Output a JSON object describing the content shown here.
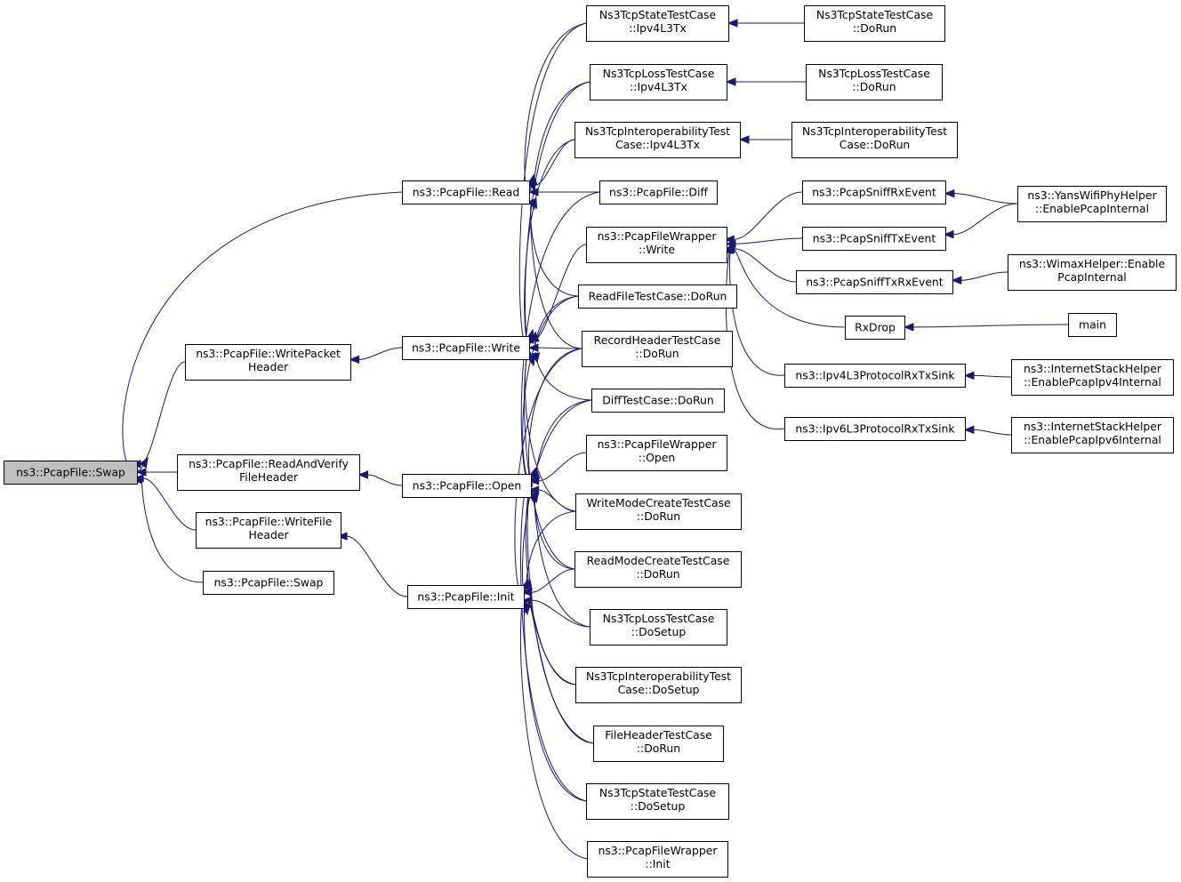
{
  "nodes": {
    "swap_root": {
      "lines": [
        "ns3::PcapFile::Swap"
      ],
      "root": true
    },
    "read": {
      "lines": [
        "ns3::PcapFile::Read"
      ]
    },
    "write_packet_header": {
      "lines": [
        "ns3::PcapFile::WritePacket",
        "Header"
      ]
    },
    "write": {
      "lines": [
        "ns3::PcapFile::Write"
      ]
    },
    "read_and_verify": {
      "lines": [
        "ns3::PcapFile::ReadAndVerify",
        "FileHeader"
      ]
    },
    "open": {
      "lines": [
        "ns3::PcapFile::Open"
      ]
    },
    "write_file_header": {
      "lines": [
        "ns3::PcapFile::WriteFile",
        "Header"
      ]
    },
    "swap2": {
      "lines": [
        "ns3::PcapFile::Swap"
      ]
    },
    "init": {
      "lines": [
        "ns3::PcapFile::Init"
      ]
    },
    "tcpstate_ipv4": {
      "lines": [
        "Ns3TcpStateTestCase",
        "::Ipv4L3Tx"
      ]
    },
    "tcploss_ipv4": {
      "lines": [
        "Ns3TcpLossTestCase",
        "::Ipv4L3Tx"
      ]
    },
    "tcpinterop_ipv4": {
      "lines": [
        "Ns3TcpInteroperabilityTest",
        "Case::Ipv4L3Tx"
      ]
    },
    "diff": {
      "lines": [
        "ns3::PcapFile::Diff"
      ]
    },
    "wrapper_write": {
      "lines": [
        "ns3::PcapFileWrapper",
        "::Write"
      ]
    },
    "readfile_dorun": {
      "lines": [
        "ReadFileTestCase::DoRun"
      ]
    },
    "recordheader_dorun": {
      "lines": [
        "RecordHeaderTestCase",
        "::DoRun"
      ]
    },
    "difftest_dorun": {
      "lines": [
        "DiffTestCase::DoRun"
      ]
    },
    "wrapper_open": {
      "lines": [
        "ns3::PcapFileWrapper",
        "::Open"
      ]
    },
    "writemode_dorun": {
      "lines": [
        "WriteModeCreateTestCase",
        "::DoRun"
      ]
    },
    "readmode_dorun": {
      "lines": [
        "ReadModeCreateTestCase",
        "::DoRun"
      ]
    },
    "tcploss_dosetup": {
      "lines": [
        "Ns3TcpLossTestCase",
        "::DoSetup"
      ]
    },
    "tcpinterop_dosetup": {
      "lines": [
        "Ns3TcpInteroperabilityTest",
        "Case::DoSetup"
      ]
    },
    "fileheader_dorun": {
      "lines": [
        "FileHeaderTestCase",
        "::DoRun"
      ]
    },
    "tcpstate_dosetup": {
      "lines": [
        "Ns3TcpStateTestCase",
        "::DoSetup"
      ]
    },
    "wrapper_init": {
      "lines": [
        "ns3::PcapFileWrapper",
        "::Init"
      ]
    },
    "tcpstate_dorun": {
      "lines": [
        "Ns3TcpStateTestCase",
        "::DoRun"
      ]
    },
    "tcploss_dorun": {
      "lines": [
        "Ns3TcpLossTestCase",
        "::DoRun"
      ]
    },
    "tcpinterop_dorun": {
      "lines": [
        "Ns3TcpInteroperabilityTest",
        "Case::DoRun"
      ]
    },
    "sniff_rx": {
      "lines": [
        "ns3::PcapSniffRxEvent"
      ]
    },
    "sniff_tx": {
      "lines": [
        "ns3::PcapSniffTxEvent"
      ]
    },
    "sniff_txrx": {
      "lines": [
        "ns3::PcapSniffTxRxEvent"
      ]
    },
    "rxdrop": {
      "lines": [
        "RxDrop"
      ]
    },
    "ipv4_sink": {
      "lines": [
        "ns3::Ipv4L3ProtocolRxTxSink"
      ]
    },
    "ipv6_sink": {
      "lines": [
        "ns3::Ipv6L3ProtocolRxTxSink"
      ]
    },
    "yans_enable": {
      "lines": [
        "ns3::YansWifiPhyHelper",
        "::EnablePcapInternal"
      ]
    },
    "wimax_enable": {
      "lines": [
        "ns3::WimaxHelper::Enable",
        "PcapInternal"
      ]
    },
    "main": {
      "lines": [
        "main"
      ]
    },
    "stack_ipv4": {
      "lines": [
        "ns3::InternetStackHelper",
        "::EnablePcapIpv4Internal"
      ]
    },
    "stack_ipv6": {
      "lines": [
        "ns3::InternetStackHelper",
        "::EnablePcapIpv6Internal"
      ]
    }
  },
  "colors": {
    "edge": "#191970",
    "root_fill": "#bfbfbf",
    "node_fill": "#ffffff",
    "border": "#000000"
  }
}
